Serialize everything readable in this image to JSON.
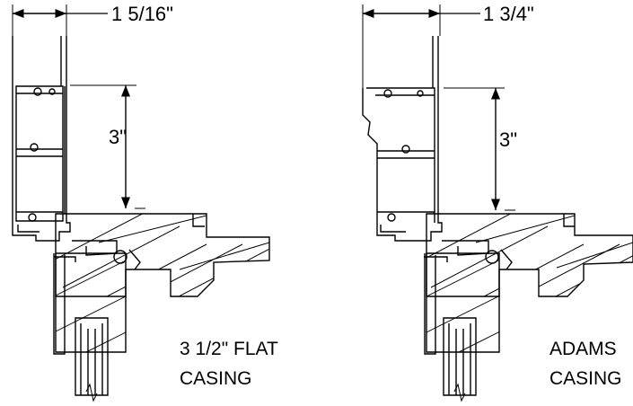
{
  "left_detail": {
    "width_dimension": "1 5/16\"",
    "height_dimension": "3\"",
    "caption_line_1": "3 1/2\" FLAT",
    "caption_line_2": "CASING"
  },
  "right_detail": {
    "width_dimension": "1 3/4\"",
    "height_dimension": "3\"",
    "caption_line_1": "ADAMS",
    "caption_line_2": "CASING"
  }
}
